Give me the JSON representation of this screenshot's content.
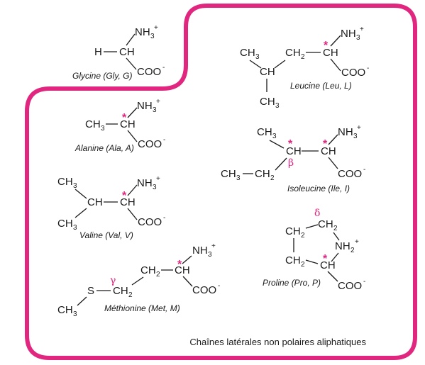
{
  "caption": "Chaînes latérales non polaires aliphatiques",
  "labels": {
    "glycine": "Glycine (Gly, G)",
    "leucine": "Leucine (Leu, L)",
    "alanine": "Alanine (Ala, A)",
    "isoleucine": "Isoleucine (Ile, I)",
    "valine": "Valine (Val, V)",
    "proline": "Proline (Pro, P)",
    "methionine": "Méthionine (Met, M)"
  },
  "atoms": {
    "H": "H",
    "CH": "CH",
    "CH2": "CH",
    "CH3": "CH",
    "NH": "NH",
    "N": "N",
    "S": "S",
    "COO": "COO",
    "two": "2",
    "three": "3",
    "plus": "+",
    "minus": "-",
    "star": "*"
  },
  "greek": {
    "beta": "β",
    "gamma": "γ",
    "delta": "δ"
  },
  "colors": {
    "frame": "#e0267e",
    "chiral_marker": "#e0267e",
    "text": "#1a1a1a"
  }
}
